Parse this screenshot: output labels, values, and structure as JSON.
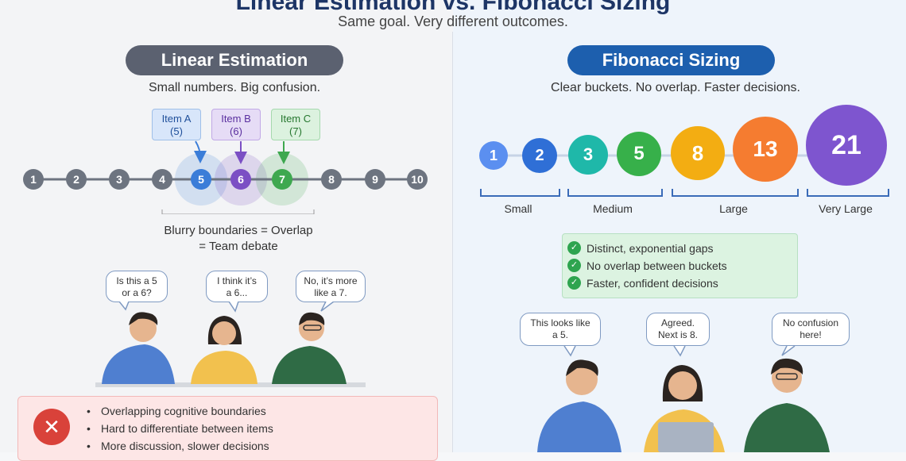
{
  "header": {
    "title": "Linear Estimation vs. Fibonacci Sizing",
    "subtitle": "Same goal. Very different outcomes."
  },
  "left": {
    "pill": "Linear Estimation",
    "tagline": "Small numbers. Big confusion.",
    "items": [
      {
        "name": "Item A",
        "value": "(5)"
      },
      {
        "name": "Item B",
        "value": "(6)"
      },
      {
        "name": "Item C",
        "value": "(7)"
      }
    ],
    "numbers": [
      "1",
      "2",
      "3",
      "4",
      "5",
      "6",
      "7",
      "8",
      "9",
      "10"
    ],
    "overlap_line1": "Blurry boundaries = Overlap",
    "overlap_line2": "= Team debate",
    "bubbles": [
      {
        "l1": "Is this a 5",
        "l2": "or a 6?"
      },
      {
        "l1": "I think it’s",
        "l2": "a 6..."
      },
      {
        "l1": "No, it’s more",
        "l2": "like a 7."
      }
    ],
    "problems": [
      "Overlapping cognitive boundaries",
      "Hard to differentiate between items",
      "More discussion, slower decisions"
    ],
    "x_icon": "✕"
  },
  "right": {
    "pill": "Fibonacci Sizing",
    "tagline": "Clear buckets. No overlap. Faster decisions.",
    "numbers": [
      "1",
      "2",
      "3",
      "5",
      "8",
      "13",
      "21"
    ],
    "buckets": [
      "Small",
      "Medium",
      "Large",
      "Very Large"
    ],
    "checks": [
      "Distinct, exponential gaps",
      "No overlap between buckets",
      "Faster, confident decisions"
    ],
    "check_icon": "✓",
    "bubbles": [
      {
        "l1": "This looks like",
        "l2": "a 5."
      },
      {
        "l1": "Agreed.",
        "l2": "Next is 8."
      },
      {
        "l1": "No confusion",
        "l2": "here!"
      }
    ]
  },
  "colors": {
    "brand_dark": "#1d3566",
    "item_a": "#3b7dd8",
    "item_b": "#7b4fc4",
    "item_c": "#3ea84f",
    "fib1": "#5b8ff0",
    "fib2": "#2f6fd6",
    "fib3": "#1fb8a9",
    "fib5": "#37b04a",
    "fib8": "#f3ad12",
    "fib13": "#f57c30",
    "fib21": "#7e55cf"
  }
}
